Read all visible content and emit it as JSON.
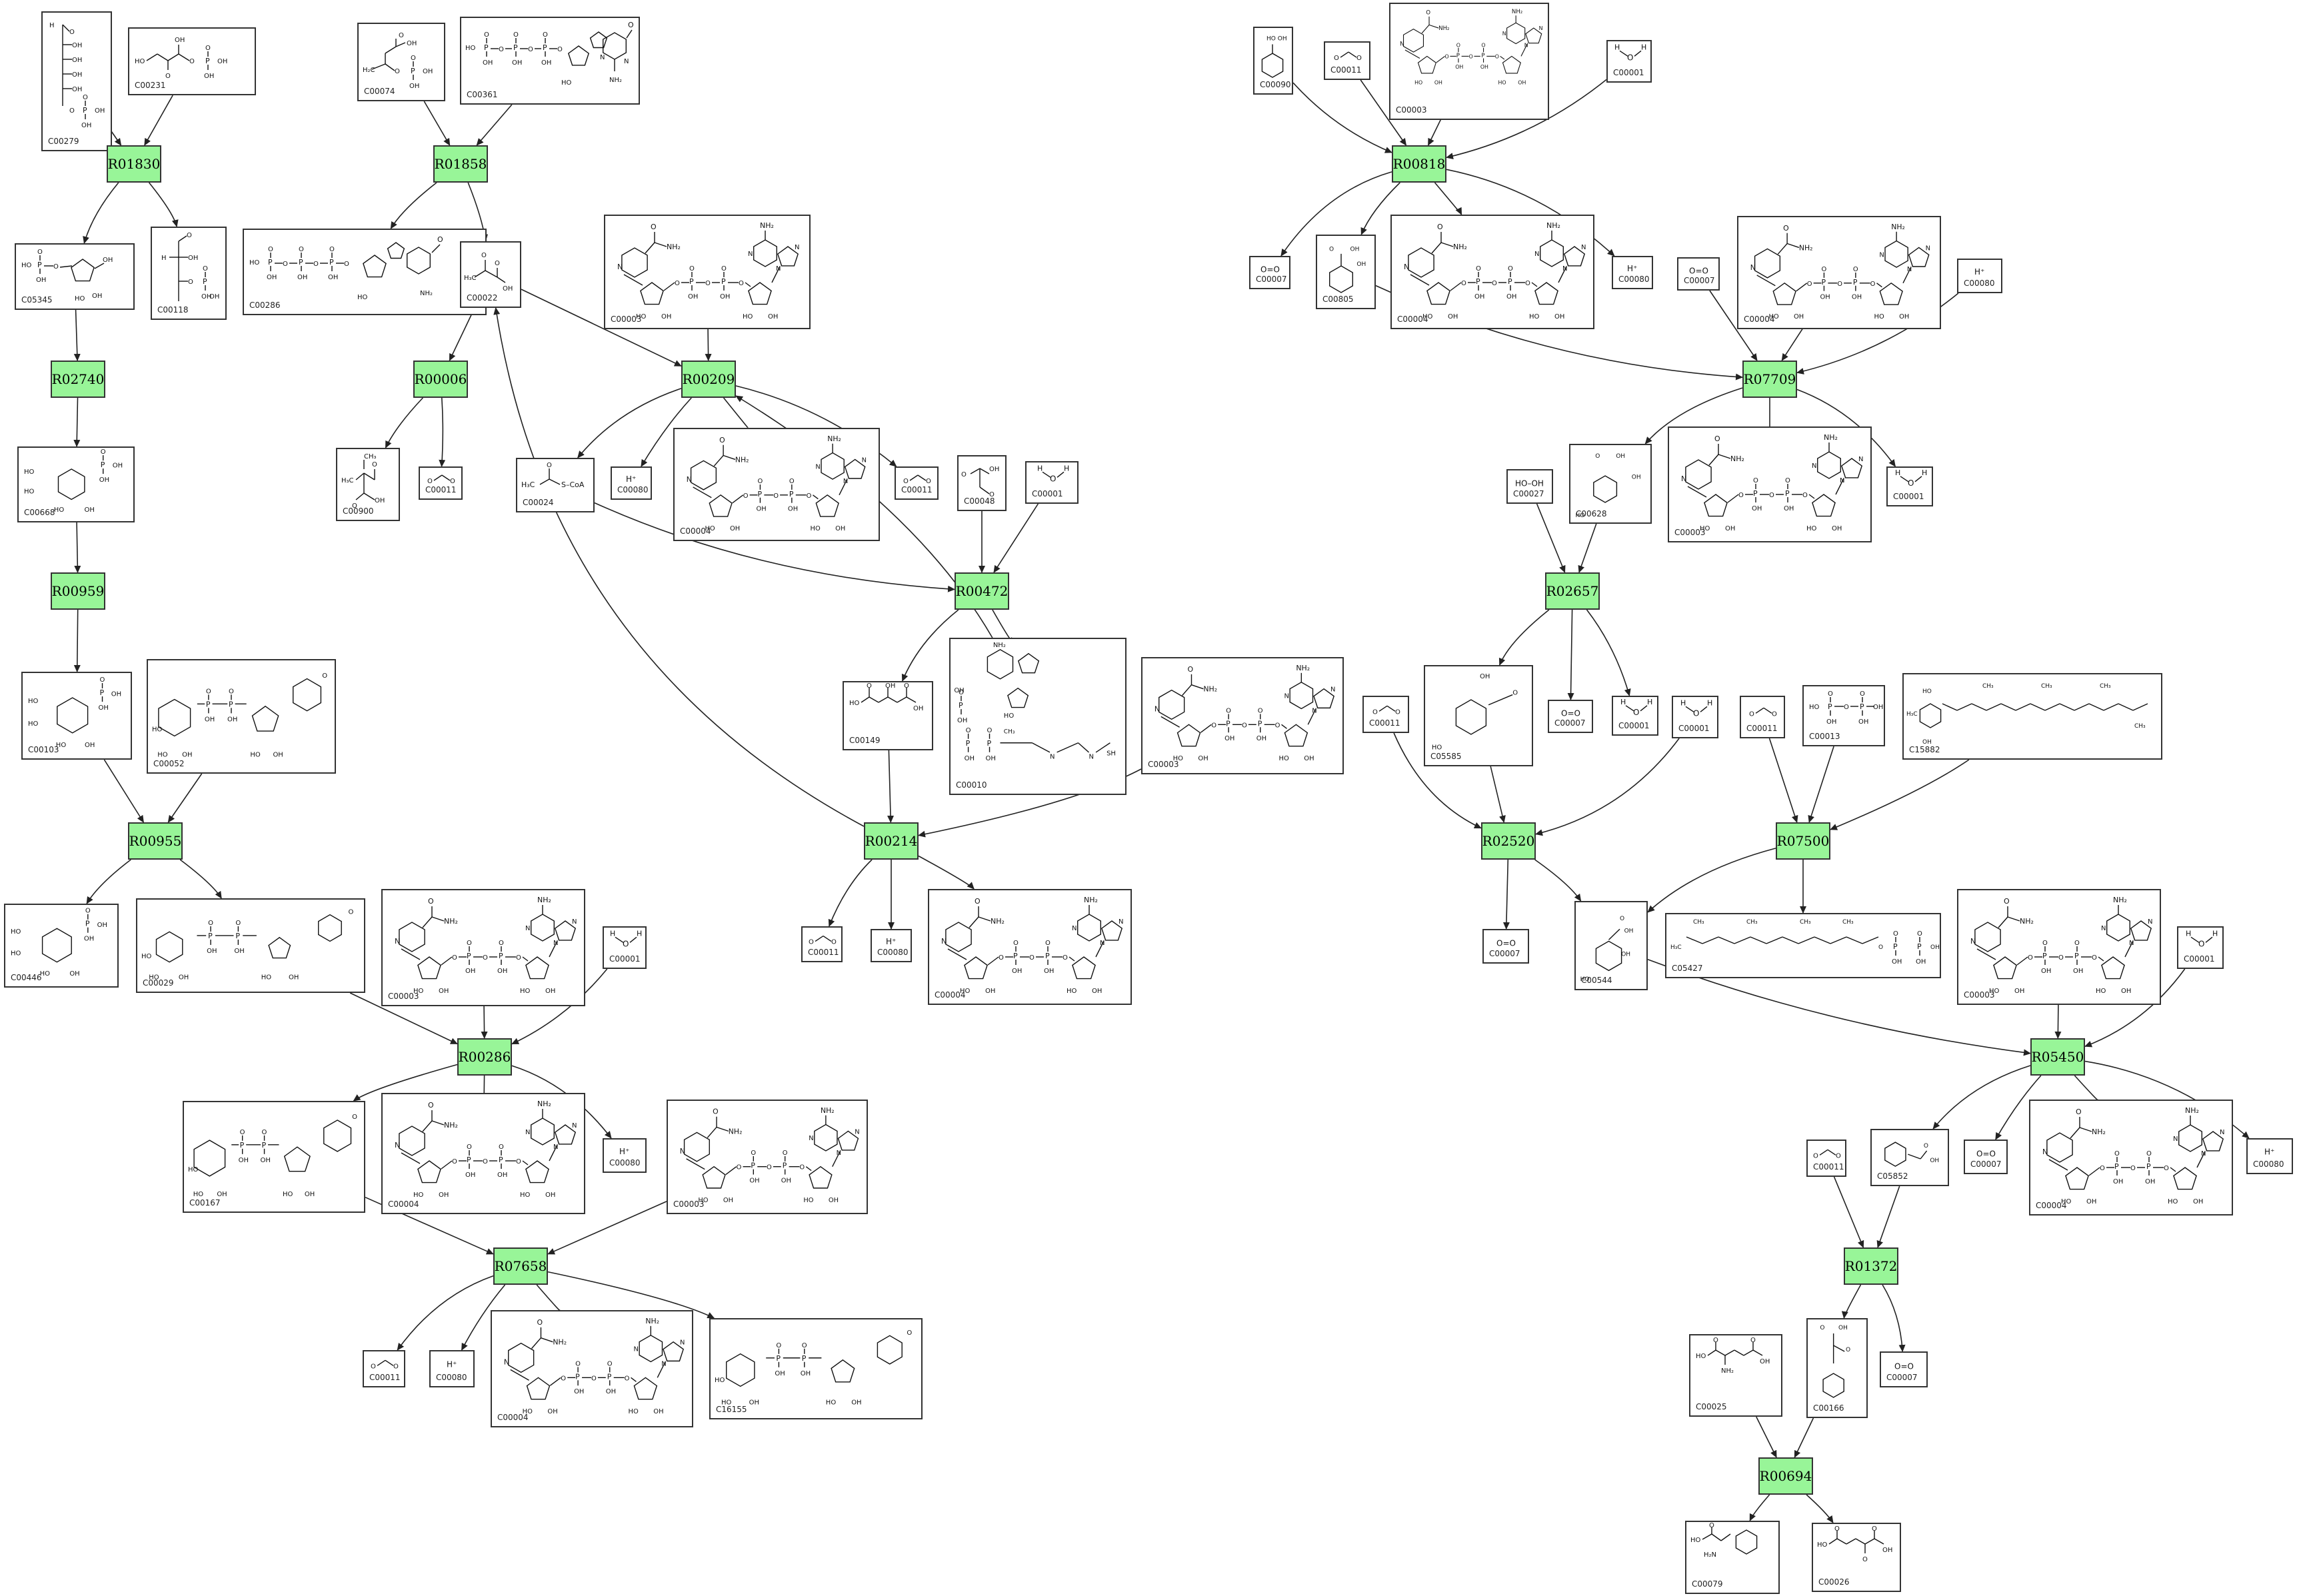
{
  "diagram": {
    "reactions": [
      {
        "id": "R01830"
      },
      {
        "id": "R01858"
      },
      {
        "id": "R02740"
      },
      {
        "id": "R00006"
      },
      {
        "id": "R00209"
      },
      {
        "id": "R00959"
      },
      {
        "id": "R00472"
      },
      {
        "id": "R00955"
      },
      {
        "id": "R00214"
      },
      {
        "id": "R00286"
      },
      {
        "id": "R07658"
      },
      {
        "id": "R00818"
      },
      {
        "id": "R07709"
      },
      {
        "id": "R02657"
      },
      {
        "id": "R02520"
      },
      {
        "id": "R07500"
      },
      {
        "id": "R05450"
      },
      {
        "id": "R01372"
      },
      {
        "id": "R00694"
      }
    ],
    "compounds": [
      {
        "id": "C00279"
      },
      {
        "id": "C00231"
      },
      {
        "id": "C00074"
      },
      {
        "id": "C00361"
      },
      {
        "id": "C05345"
      },
      {
        "id": "C00118"
      },
      {
        "id": "C00286"
      },
      {
        "id": "C00022"
      },
      {
        "id": "C00003"
      },
      {
        "id": "C00668"
      },
      {
        "id": "C00900"
      },
      {
        "id": "C00011"
      },
      {
        "id": "C00024"
      },
      {
        "id": "C00080"
      },
      {
        "id": "C00004"
      },
      {
        "id": "C00048"
      },
      {
        "id": "C00001"
      },
      {
        "id": "C00103"
      },
      {
        "id": "C00052"
      },
      {
        "id": "C00149"
      },
      {
        "id": "C00010"
      },
      {
        "id": "C00446"
      },
      {
        "id": "C00029"
      },
      {
        "id": "C00167"
      },
      {
        "id": "C16155"
      },
      {
        "id": "C00090"
      },
      {
        "id": "C00007"
      },
      {
        "id": "C00805"
      },
      {
        "id": "C00027"
      },
      {
        "id": "C00628"
      },
      {
        "id": "C05585"
      },
      {
        "id": "C00013"
      },
      {
        "id": "C15882"
      },
      {
        "id": "C00544"
      },
      {
        "id": "C05427"
      },
      {
        "id": "C05852"
      },
      {
        "id": "C00025"
      },
      {
        "id": "C00166"
      },
      {
        "id": "C00079"
      },
      {
        "id": "C00026"
      }
    ]
  },
  "labels": {
    "h2o_left": "H",
    "h2o_right": "H",
    "hplus": "H⁺",
    "o2": "O=O",
    "co2": "O=C=O",
    "nh2": "NH₂",
    "oh": "OH",
    "ho": "HO",
    "acetyl": "H₃C",
    "coa": "S–CoA",
    "peroxide": "HO–OH",
    "ch3": "CH₃",
    "sh": "SH"
  },
  "colors": {
    "reaction_fill": "#98f598",
    "border": "#333333",
    "edge": "#222222",
    "background": "#ffffff"
  }
}
